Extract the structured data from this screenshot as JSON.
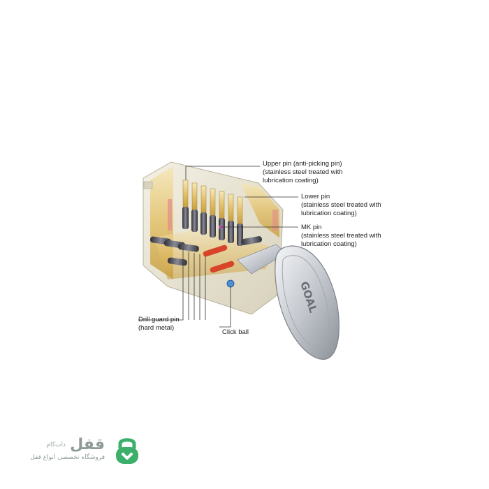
{
  "callouts": {
    "upper_pin": {
      "lines": [
        "Upper pin (anti-picking pin)",
        "(stainless steel treated with",
        "lubrication coating)"
      ]
    },
    "lower_pin": {
      "lines": [
        "Lower pin",
        "(stainless steel treated with",
        "lubrication coating)"
      ]
    },
    "mk_pin": {
      "lines": [
        "MK pin",
        "(stainless steel treated with",
        "lubrication coating)"
      ]
    },
    "drill_guard_pin": {
      "lines": [
        "Drill guard pin",
        "(hard metal)"
      ]
    },
    "click_ball": {
      "lines": [
        "Click ball"
      ]
    }
  },
  "key_brand": "GOAL",
  "logo": {
    "name": "قفل",
    "suffix": "دات‌کام",
    "tagline": "فروشگاه تخصصی انواع قفل",
    "color": "#3cb06a"
  },
  "colors": {
    "brass": "#d9b65a",
    "brass_light": "#f1dca0",
    "pin_dark": "#4a4a55",
    "pin_red": "#d8442a",
    "steel": "#c9ccd1",
    "leader": "#333333"
  }
}
